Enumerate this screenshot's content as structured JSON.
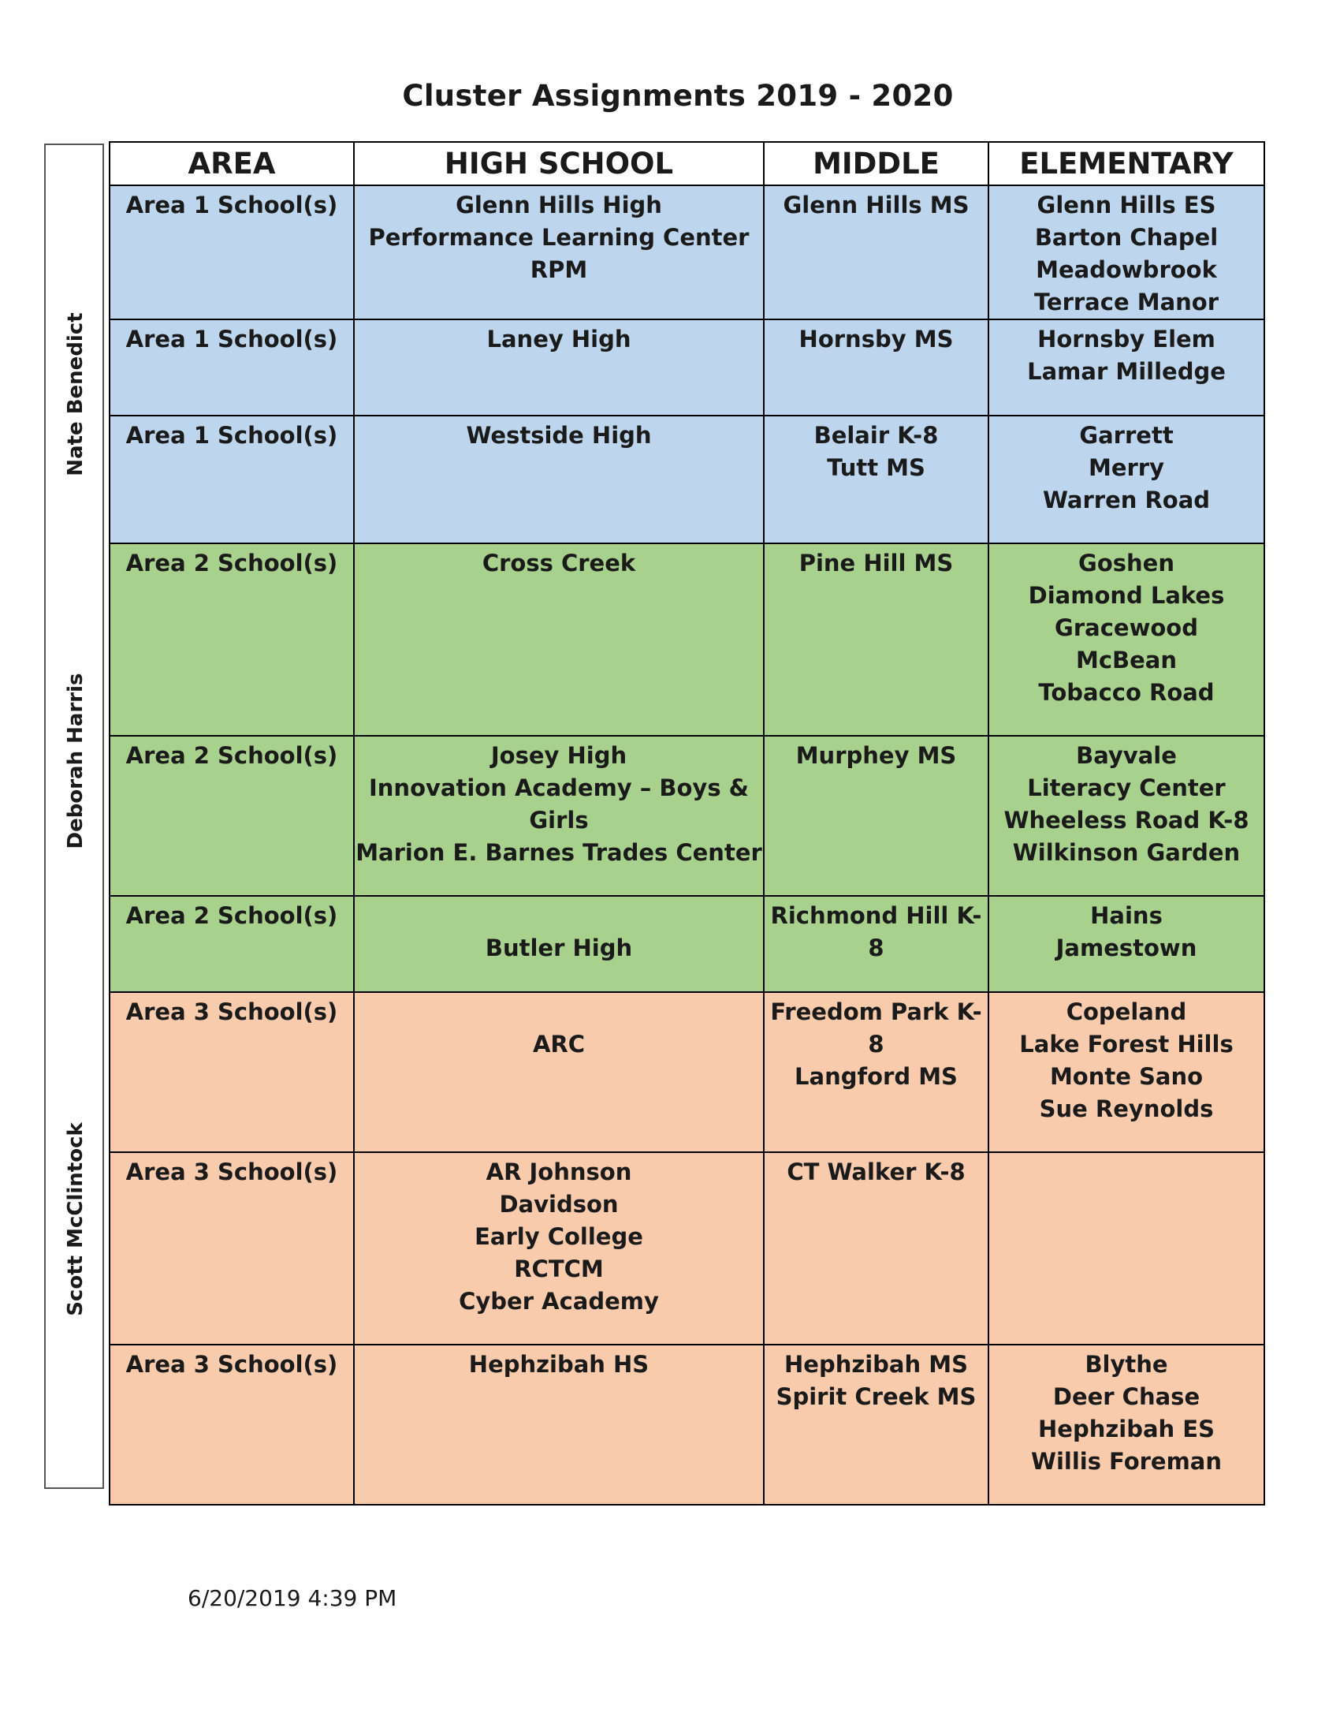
{
  "title": "Cluster Assignments 2019 - 2020",
  "managers": [
    "Nate Benedict",
    "Deborah Harris",
    "Scott McClintock"
  ],
  "table": {
    "headers": [
      "AREA",
      "HIGH SCHOOL",
      "MIDDLE",
      "ELEMENTARY"
    ],
    "rows": [
      {
        "area": "Area 1 School(s)",
        "high": [
          "Glenn Hills High",
          "Performance Learning Center",
          "RPM"
        ],
        "middle": [
          "Glenn Hills MS"
        ],
        "elementary": [
          "Glenn Hills ES",
          "Barton Chapel",
          "Meadowbrook",
          "Terrace Manor"
        ]
      },
      {
        "area": "Area 1 School(s)",
        "high": [
          "Laney High"
        ],
        "middle": [
          "Hornsby MS"
        ],
        "elementary": [
          "Hornsby Elem",
          "Lamar Milledge"
        ]
      },
      {
        "area": "Area 1 School(s)",
        "high": [
          "Westside High"
        ],
        "middle": [
          "Belair K-8",
          "Tutt MS"
        ],
        "elementary": [
          "Garrett",
          "Merry",
          "Warren Road"
        ]
      },
      {
        "area": "Area 2 School(s)",
        "high": [
          "Cross Creek"
        ],
        "middle": [
          "Pine Hill MS"
        ],
        "elementary": [
          "Goshen",
          "Diamond Lakes",
          "Gracewood",
          "McBean",
          "Tobacco Road"
        ]
      },
      {
        "area": "Area 2 School(s)",
        "high": [
          "Josey High",
          "Innovation Academy – Boys & Girls",
          "Marion E. Barnes Trades Center"
        ],
        "middle": [
          "Murphey MS"
        ],
        "elementary": [
          "Bayvale",
          "Literacy Center",
          "Wheeless Road K-8",
          "Wilkinson Garden"
        ]
      },
      {
        "area": "Area 2 School(s)",
        "high": [
          "Butler High"
        ],
        "middle": [
          "Richmond Hill K-8"
        ],
        "elementary": [
          "Hains",
          "Jamestown"
        ]
      },
      {
        "area": "Area 3 School(s)",
        "high": [
          "ARC"
        ],
        "middle": [
          "Freedom Park K-8",
          "Langford MS"
        ],
        "elementary": [
          "Copeland",
          "Lake Forest Hills",
          "Monte Sano",
          "Sue Reynolds"
        ]
      },
      {
        "area": "Area 3 School(s)",
        "high": [
          "AR Johnson",
          "Davidson",
          "Early College",
          "RCTCM",
          "Cyber Academy"
        ],
        "middle": [
          "CT Walker K-8"
        ],
        "elementary": []
      },
      {
        "area": "Area 3 School(s)",
        "high": [
          "Hephzibah HS"
        ],
        "middle": [
          "Hephzibah MS",
          "Spirit Creek MS"
        ],
        "elementary": [
          "Blythe",
          "Deer Chase",
          "Hephzibah ES",
          "Willis Foreman"
        ]
      }
    ]
  },
  "footer_timestamp": "6/20/2019 4:39 PM",
  "colors": {
    "area1": "#bdd6ee",
    "area2": "#a9d18e",
    "area3": "#f8cbad"
  }
}
